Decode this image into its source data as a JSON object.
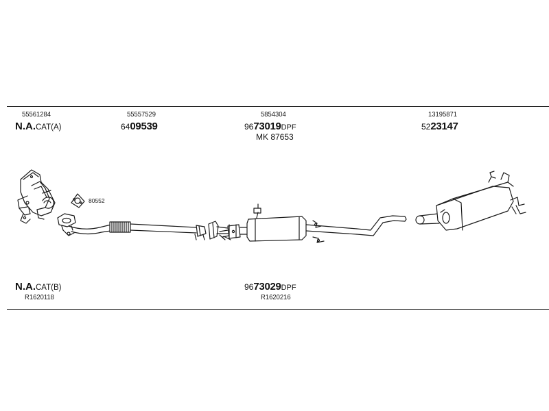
{
  "top_row": {
    "cat_a": {
      "oe": "55561284",
      "label_main": "N.A.",
      "label_sub": "CAT(A)"
    },
    "downpipe": {
      "oe": "55557529",
      "prefix": "64",
      "number": "09539"
    },
    "middle": {
      "oe": "5854304",
      "prefix": "96",
      "number": "73019",
      "suffix": "DPF",
      "kit": "MK 87653"
    },
    "rear": {
      "oe": "13195871",
      "prefix": "52",
      "number": "23147"
    }
  },
  "gasket": {
    "number": "80552"
  },
  "bottom_row": {
    "cat_b": {
      "label_main": "N.A.",
      "label_sub": "CAT(B)",
      "ref": "R1620118"
    },
    "middle_alt": {
      "prefix": "96",
      "number": "73029",
      "suffix": "DPF",
      "ref": "R1620216"
    }
  }
}
